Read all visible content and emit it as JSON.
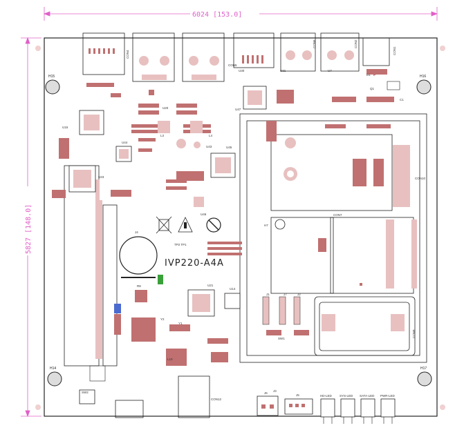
{
  "dimensions": {
    "width_label": "6024 [153.0]",
    "height_label": "5827 [148.0]"
  },
  "board": {
    "model": "IVP220-A4A",
    "colors": {
      "outline": "#222222",
      "dimension": "#e060c8",
      "pad": "#c07070",
      "pad_light": "#e8c0c0",
      "silk": "#333333",
      "accent_green": "#3aa13a",
      "accent_blue": "#4a6ad0"
    }
  },
  "mount_holes": [
    {
      "label": "H15"
    },
    {
      "label": "H16"
    },
    {
      "label": "H14"
    },
    {
      "label": "H17"
    }
  ],
  "ics": [
    {
      "label": "U15"
    },
    {
      "label": "U45"
    },
    {
      "label": "U47"
    },
    {
      "label": "U23"
    },
    {
      "label": "U44"
    },
    {
      "label": "U21"
    },
    {
      "label": "U14"
    }
  ],
  "leds": [
    {
      "label": "HD-LED"
    },
    {
      "label": "SYS-LED"
    },
    {
      "label": "SATA-LED"
    },
    {
      "label": "PWR-LED"
    }
  ],
  "connectors": {
    "j4": "J4",
    "j5": "J5",
    "j6": "J6",
    "sw1": "SW1",
    "sw2": "SW2",
    "con7": "CON7",
    "con12": "CON12",
    "con10": "CON10",
    "con1": "CON1",
    "con2": "CON2",
    "con4": "CON4",
    "con5": "CON5",
    "con6": "CON6",
    "con8": "CON8",
    "h7": "H7",
    "tp_labels": "TP2 TP1",
    "l3": "L3",
    "l4": "L4",
    "l10": "L10",
    "y2": "Y2",
    "y1": "Y1"
  },
  "misc_labels": [
    "U43",
    "U46",
    "U20",
    "U7",
    "U30",
    "U31",
    "J1",
    "J3",
    "J7",
    "J2",
    "R8",
    "C1",
    "D1",
    "Q1"
  ]
}
